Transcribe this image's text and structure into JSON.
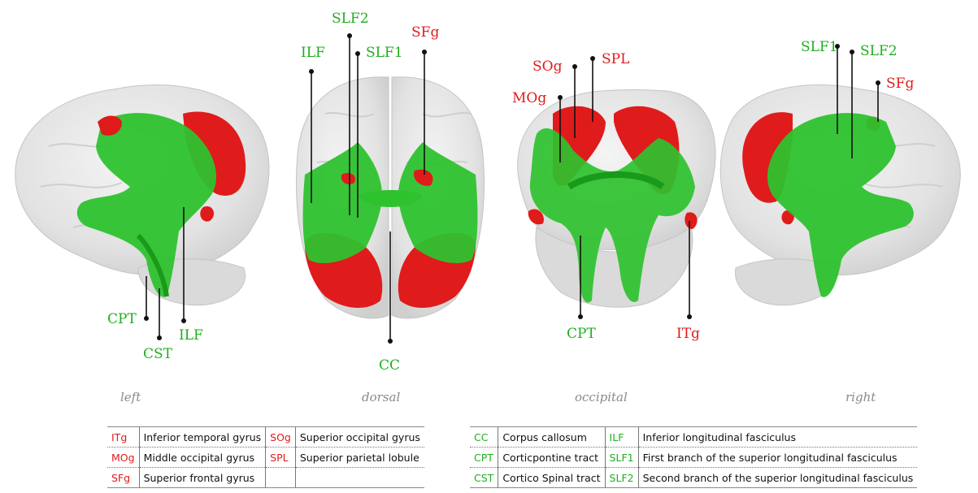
{
  "colors": {
    "green": "#1fae1f",
    "red": "#e01b1b",
    "brain": "#e6e6e6"
  },
  "views": [
    "left",
    "dorsal",
    "occipital",
    "right"
  ],
  "labels": {
    "left": {
      "cpt": "CPT",
      "cst": "CST",
      "ilf": "ILF"
    },
    "dorsal": {
      "ilf": "ILF",
      "slf2": "SLF2",
      "slf1": "SLF1",
      "sfg": "SFg",
      "cc": "CC"
    },
    "occipital": {
      "sog": "SOg",
      "spl": "SPL",
      "mog": "MOg",
      "cpt": "CPT",
      "itg": "ITg"
    },
    "right": {
      "slf1": "SLF1",
      "slf2": "SLF2",
      "sfg": "SFg"
    }
  },
  "legend_left": [
    {
      "abbr1": "ITg",
      "name1": "Inferior temporal gyrus",
      "abbr2": "SOg",
      "name2": "Superior occipital gyrus"
    },
    {
      "abbr1": "MOg",
      "name1": "Middle occipital gyrus",
      "abbr2": "SPL",
      "name2": "Superior parietal lobule"
    },
    {
      "abbr1": "SFg",
      "name1": "Superior frontal gyrus",
      "abbr2": "",
      "name2": ""
    }
  ],
  "legend_right": [
    {
      "abbr1": "CC",
      "name1": "Corpus callosum",
      "abbr2": "ILF",
      "name2": "Inferior longitudinal fasciculus"
    },
    {
      "abbr1": "CPT",
      "name1": "Corticpontine tract",
      "abbr2": "SLF1",
      "name2": "First branch of the superior longitudinal fasciculus"
    },
    {
      "abbr1": "CST",
      "name1": "Cortico Spinal tract",
      "abbr2": "SLF2",
      "name2": "Second branch of the superior longitudinal fasciculus"
    }
  ]
}
